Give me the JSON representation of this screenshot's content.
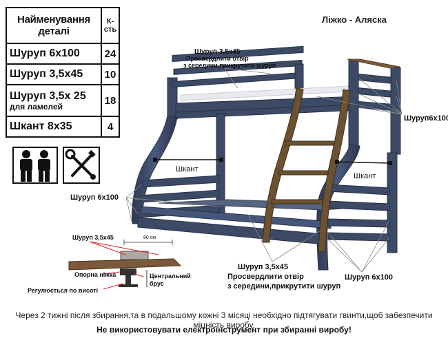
{
  "title": "Ліжко - Аляска",
  "parts_table": {
    "header_name": "Найменування деталі",
    "header_qty": "К-сть",
    "rows": [
      {
        "name": "Шуруп 6х100",
        "qty": "24",
        "note": ""
      },
      {
        "name": "Шуруп 3,5х45",
        "qty": "10",
        "note": ""
      },
      {
        "name": "Шуруп 3,5х 25",
        "qty": "18",
        "note": "для ламелей"
      },
      {
        "name": "Шкант 8х35",
        "qty": "4",
        "note": ""
      }
    ]
  },
  "icons": [
    "two-workers-icon",
    "tools-icon"
  ],
  "labels": {
    "top_screw": "Шуруп 3,5х45",
    "top_note_1": "Просвердлити отвір",
    "top_note_2": "з середини,прикрутити шуруп",
    "right_screw": "Шуруп6х100",
    "dowel_left": "Шкант",
    "dowel_right": "Шкант",
    "left_screw": "Шуруп 6х100",
    "bottom_screw": "Шуруп 3,5х45",
    "bottom_note_1": "Просвердлити отвір",
    "bottom_note_2": "з середини,прикрутити шуруп",
    "bottom_right_screw": "Шуруп 6х100"
  },
  "detail": {
    "screw": "Шуруп 3,5х45",
    "dimension": "80 см",
    "support_leg": "Опорна ніжка",
    "central_beam_1": "Центральний",
    "central_beam_2": "брус",
    "adjustable": "Регулюється по висоті"
  },
  "footer": {
    "line1": "Через 2 тижні після збирання,та в подальшому кожні 3 місяці необхідно підтягувати гвинти,щоб забезпечити міцність виробу.",
    "line2": "Не використовувати електроінструмент при збиранні виробу!"
  },
  "colors": {
    "frame": "#3c4a66",
    "ladder": "#6b5232",
    "wood": "#7a5a3a"
  }
}
